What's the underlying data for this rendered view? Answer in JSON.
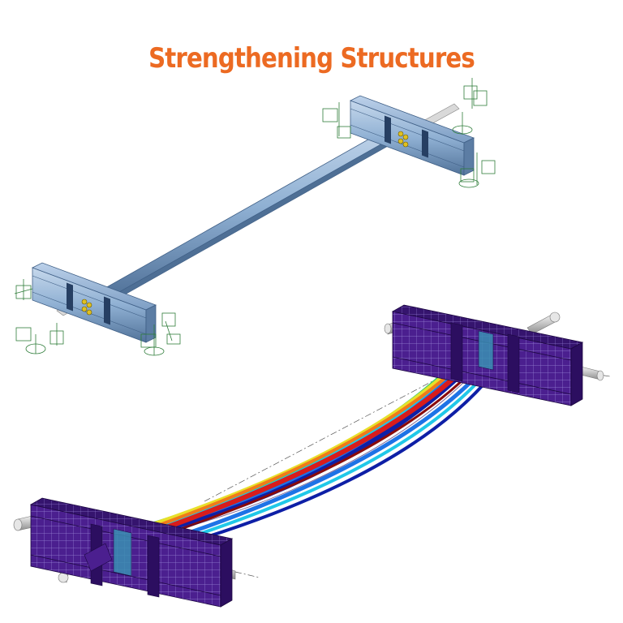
{
  "title": "Strengthening Structures",
  "colors": {
    "title": "#ec6a22",
    "steel_light": "#a9c3de",
    "steel_mid": "#7f9fc2",
    "steel_dark": "#4d6f95",
    "support": "#2f7d3a",
    "bolt": "#e0c020",
    "mesh_purple": "#4b1f8f",
    "mesh_dark": "#2c0e60",
    "pin": "#c8c8c8"
  },
  "diagram": {
    "upper_model": {
      "beam_ends": [
        "end-a",
        "end-b"
      ],
      "supports_per_end": 4
    },
    "lower_model": {
      "stress_bands": [
        "#0e1fa6",
        "#1e73e6",
        "#20c8e8",
        "#39d26b",
        "#e8e02a",
        "#f07a1a",
        "#d81c1c",
        "#8a0b0b"
      ]
    }
  }
}
